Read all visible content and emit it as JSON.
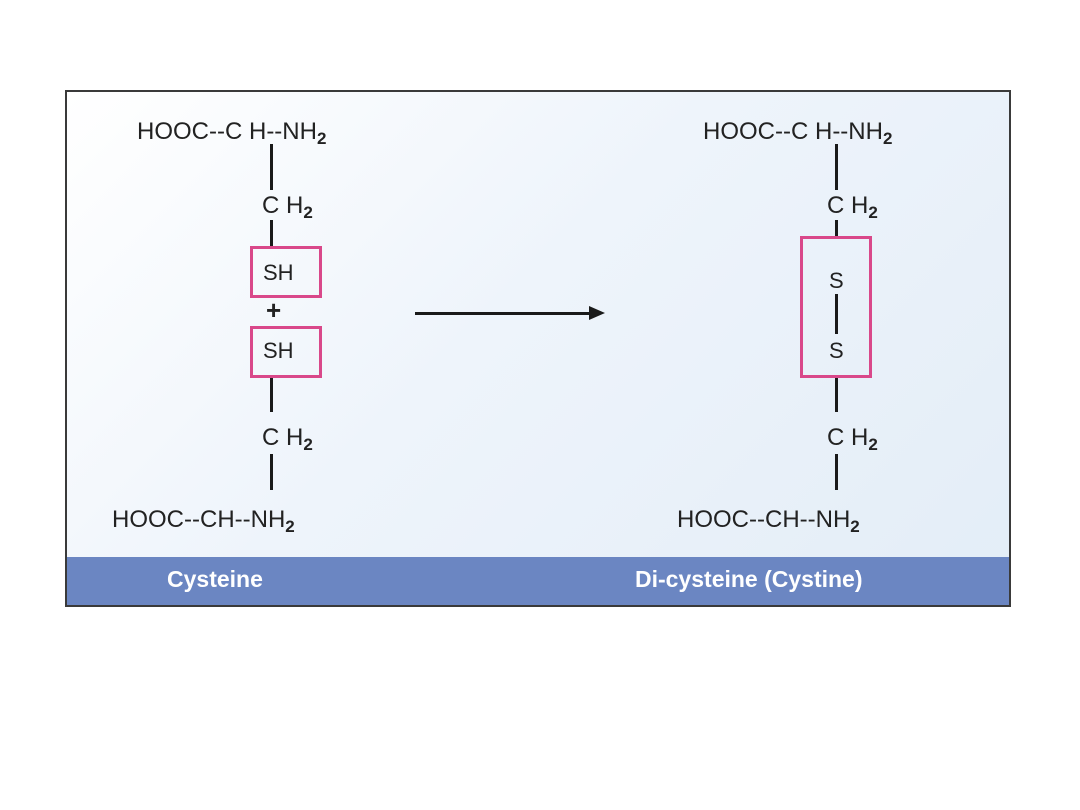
{
  "left": {
    "top_formula": {
      "pre": "HOOC--C H--NH",
      "sub": "2"
    },
    "ch2_top": {
      "pre": "C H",
      "sub": "2"
    },
    "sh_top": "SH",
    "plus": "+",
    "sh_bottom": "SH",
    "ch2_bottom": {
      "pre": "C H",
      "sub": "2"
    },
    "bottom_formula": {
      "pre": "HOOC--CH--NH",
      "sub": "2"
    },
    "caption": "Cysteine"
  },
  "right": {
    "top_formula": {
      "pre": "HOOC--C H--NH",
      "sub": "2"
    },
    "ch2_top": {
      "pre": "C H",
      "sub": "2"
    },
    "s_top": "S",
    "s_bottom": "S",
    "ch2_bottom": {
      "pre": "C H",
      "sub": "2"
    },
    "bottom_formula": {
      "pre": "HOOC--CH--NH",
      "sub": "2"
    },
    "caption": "Di-cysteine (Cystine)"
  },
  "colors": {
    "highlight_box": "#d9488a",
    "caption_bar": "#6b86c2",
    "bonds": "#1a1a1a"
  }
}
